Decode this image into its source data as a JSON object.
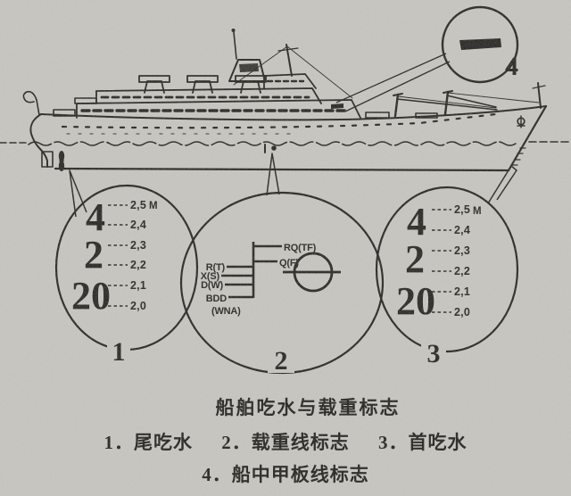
{
  "colors": {
    "paper": "#c9c8c3",
    "ink": "#24221e"
  },
  "callout_circles": {
    "deck_line": {
      "label": "4"
    },
    "stern_draft": {
      "label": "1"
    },
    "load_line": {
      "label": "2"
    },
    "bow_draft": {
      "label": "3"
    }
  },
  "draft_scale": {
    "numerals": [
      "4",
      "2",
      "20"
    ],
    "ticks": [
      "2,5",
      "2,4",
      "2,3",
      "2,2",
      "2,1",
      "2,0"
    ],
    "unit": "M"
  },
  "load_line_mark": {
    "right_labels": [
      "RQ(TF)",
      "Q(F)"
    ],
    "left_labels": [
      "R(T)",
      "X(S)",
      "D(W)",
      "BDD",
      "(WNA)"
    ]
  },
  "caption": {
    "title": "船舶吃水与载重标志",
    "legend_row1": [
      "1．尾吃水",
      "2．载重线标志",
      "3．首吃水"
    ],
    "legend_row2": "4．船中甲板线标志"
  }
}
